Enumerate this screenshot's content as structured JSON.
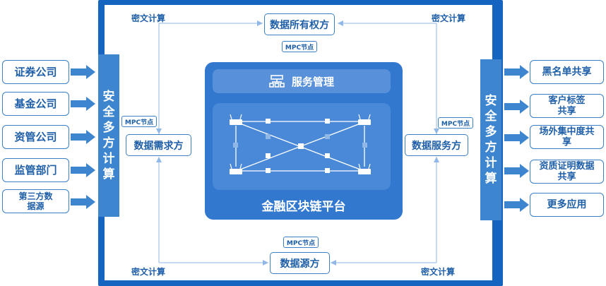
{
  "left_inputs": [
    "证券公司",
    "基金公司",
    "资管公司",
    "监管部门",
    "第三方数\n据源"
  ],
  "right_outputs": [
    "黑名单共享",
    "客户标签\n共享",
    "场外集中度共\n享",
    "资质证明数据\n共享",
    "更多应用"
  ],
  "left_bar": "安全多方计算",
  "right_bar": "安全多方计算",
  "top_party": "数据所有权方",
  "left_party": "数据需求方",
  "right_party": "数据服务方",
  "bottom_party": "数据源方",
  "mpc_node": "MPC节点",
  "encrypted_compute": "密文计算",
  "platform": {
    "service_label": "服务管理",
    "name": "金融区块链平台",
    "service_icon": "server-grid-icon",
    "router_icon": "router-icon"
  },
  "colors": {
    "frame": "#1565c0",
    "bar": "#3d86cf",
    "platform": "#3278cf",
    "text": "#1f5fa8"
  }
}
